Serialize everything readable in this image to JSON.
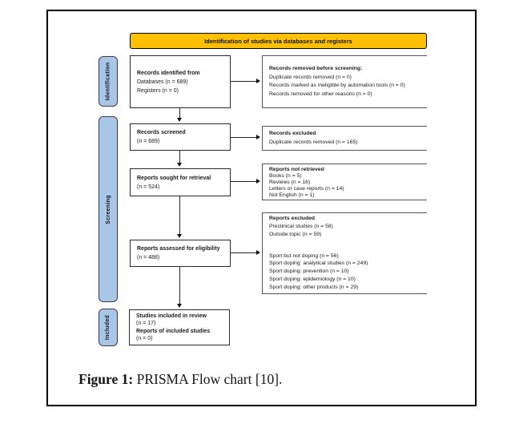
{
  "colors": {
    "banner_bg": "#FFC000",
    "stage_fill": "#A9C6E8",
    "border": "#000000"
  },
  "banner": {
    "label": "Identification of studies via databases and registers"
  },
  "stages": {
    "identification": "Identification",
    "screening": "Screening",
    "included": "Included"
  },
  "boxes": {
    "identified": {
      "title": "Records identified from",
      "lines": [
        "Databases (n = 689)",
        "Registers (n = 0)"
      ]
    },
    "removed_before_screening": {
      "title": "Records removed before screening:",
      "lines": [
        "Duplicate records removed (n = 0)",
        "Records marked as ineligible by automation tools (n = 0)",
        "Records removed for other reasons (n = 0)"
      ]
    },
    "screened": {
      "title": "Records screened",
      "lines": [
        "(n = 689)"
      ]
    },
    "records_excluded": {
      "title": "Records excluded",
      "lines": [
        "Duplicate records removed (n = 165)"
      ]
    },
    "sought": {
      "title": "Reports sought for retrieval",
      "lines": [
        "(n = 524)"
      ]
    },
    "not_retrieved": {
      "title": "Reports not retrieved",
      "lines": [
        "Books (n = 5)",
        "Reviews (n = 16)",
        "Letters or case reports (n = 14)",
        "Not English (n = 1)"
      ]
    },
    "assessed": {
      "title": "Reports assessed for eligibility",
      "lines": [
        "(n = 488)"
      ]
    },
    "reports_excluded": {
      "title": "Reports excluded",
      "lines_top": [
        "Preclinical studies (n = 58)",
        "Outside topic (n = 59)"
      ],
      "lines_bottom": [
        "Sport but not doping (n = 56)",
        "Sport doping: analytical studies (n = 249)",
        "Sport doping: prevention (n = 10)",
        "Sport doping: epidemiology (n = 10)",
        "Sport doping: other products (n = 29)"
      ]
    },
    "included_box": {
      "title1": "Studies included in review",
      "line1": "(n = 17)",
      "title2": "Reports of included studies",
      "line2": "(n = 0)"
    }
  },
  "caption": {
    "label": "Figure 1:",
    "text": " PRISMA Flow chart [10]."
  }
}
